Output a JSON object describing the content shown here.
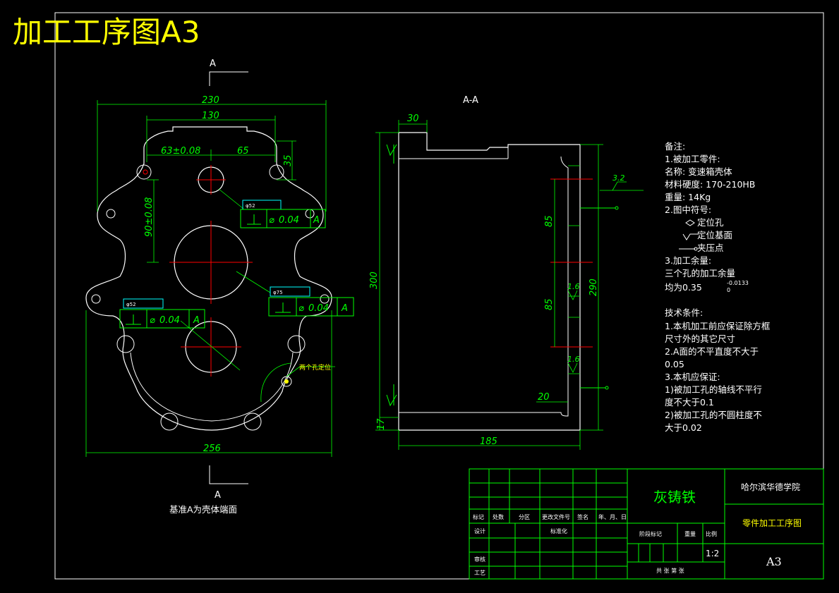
{
  "title": "加工工序图A3",
  "front_view": {
    "section_mark_top": "A",
    "section_mark_bottom": "A",
    "dims": {
      "d230": "230",
      "d130": "130",
      "d63": "63±0.08",
      "d65": "65",
      "d35": "35",
      "d90": "90±0.08",
      "d256": "256"
    },
    "tol1_value": "0.04",
    "tol1_datum": "A",
    "tol2_value": "0.04",
    "tol2_datum": "A",
    "tol3_value": "0.04",
    "tol3_datum": "A",
    "hole_label_1": "φ52",
    "hole_label_2": "φ75",
    "hole_label_3": "φ52",
    "pin_note": "两个孔定位",
    "caption": "基准A为壳体端面"
  },
  "section_view": {
    "label": "A-A",
    "dims": {
      "d30": "30",
      "d300": "300",
      "d17": "17",
      "d185": "185",
      "d85a": "85",
      "d85b": "85",
      "d290": "290",
      "d20": "20",
      "r32": "3.2",
      "r16a": "1.6",
      "r16b": "1.6"
    }
  },
  "notes": {
    "heading": "备注:",
    "lines": [
      "1.被加工零件:",
      "   名称: 变速箱壳体",
      "   材料硬度: 170-210HB",
      "   重量: 14Kg",
      "2.图中符号:",
      "定位孔",
      "定位基面",
      "夹压点",
      "3.加工余量:",
      "   三个孔的加工余量",
      "   均为0.35",
      "技术条件:",
      "1.本机加工前应保证除方框",
      "   尺寸外的其它尺寸",
      "2.A面的不平直度不大于",
      "   0.05",
      "3.本机应保证:",
      "  1)被加工孔的轴线不平行",
      "     度不大于0.1",
      "  2)被加工孔的不圆柱度不",
      "     大于0.02"
    ],
    "tol_super": "-0.0133",
    "tol_sub": "0"
  },
  "title_block": {
    "material": "灰铸铁",
    "school": "哈尔滨华德学院",
    "drawing_name": "零件加工工序图",
    "sheet": "A3",
    "scale": "1:2",
    "header_cells": [
      "标记",
      "处数",
      "分区",
      "更改文件号",
      "签名",
      "年、月、日"
    ],
    "row_labels": [
      "设计",
      "审核",
      "工艺"
    ],
    "std_label": "标准化",
    "stage_label": "阶段标记",
    "weight_label": "重量",
    "scale_label": "比例",
    "sheets_label": "共 张 第 张"
  },
  "colors": {
    "background": "#000000",
    "frame": "#ffffff",
    "title": "#ffff00",
    "dimension": "#00ff00",
    "centerline": "#ff0000",
    "annotation_box": "#00ffff"
  }
}
